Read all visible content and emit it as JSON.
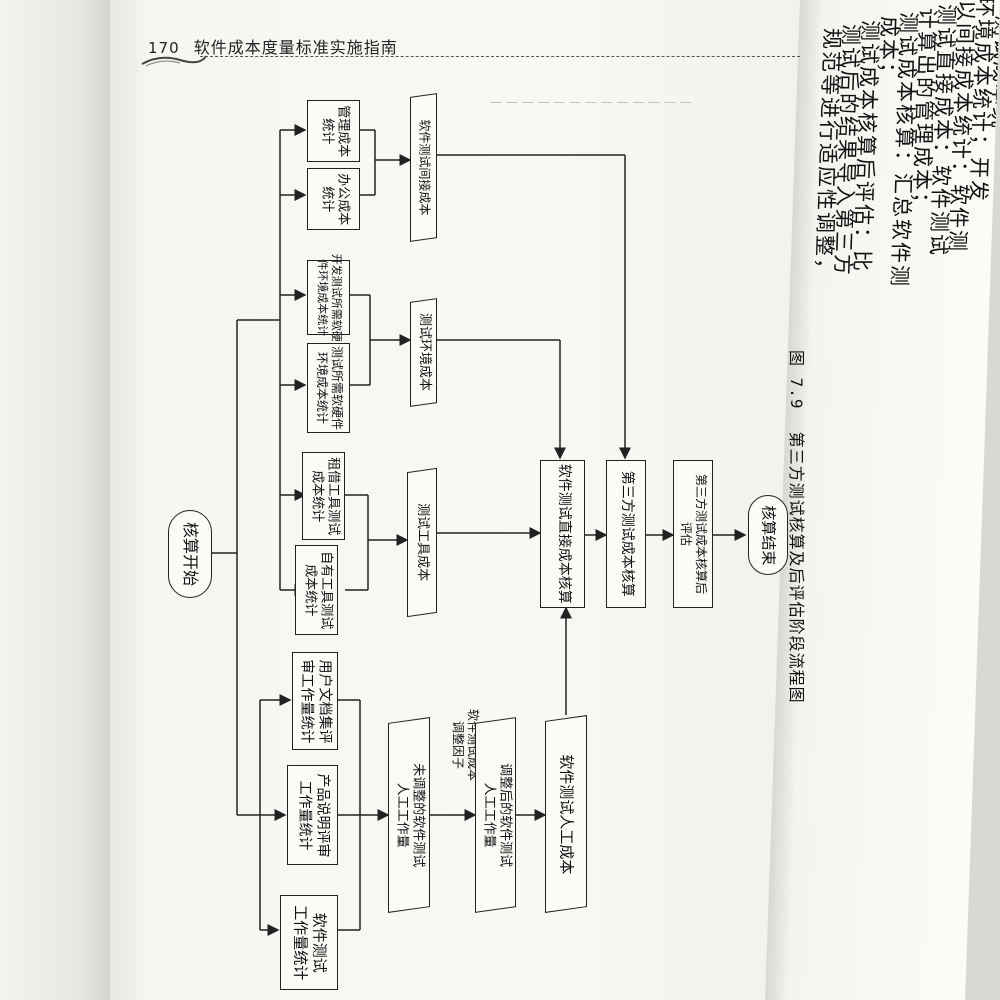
{
  "header": {
    "page_number": "170",
    "title": "软件成本度量标准实施指南"
  },
  "figure": {
    "number": "图 7.9",
    "caption": "第三方测试核算及后评估阶段流程图",
    "nodes": {
      "start": "核算开始",
      "end": "核算结束",
      "mgmt_stats": "管理成本\n统计",
      "office_stats": "办公成本\n统计",
      "dev_env_stats": "开发测试所需软硬\n件环境成本统计",
      "test_env_stats": "测试所需软硬件\n环境成本统计",
      "rent_tool_stats": "租借工具测试\n成本统计",
      "own_tool_stats": "自有工具测试\n成本统计",
      "doc_review_stats": "用户文档集评\n审工作量统计",
      "spec_review_stats": "产品说明评审\n工作量统计",
      "test_workload_stats": "软件测试\n工作量统计",
      "indirect_cost": "软件测试间接成本",
      "env_cost": "测试环境成本",
      "tool_cost": "测试工具成本",
      "unadjusted_labor": "未调整的软件测试\n人工工作量",
      "adjust_factor": "软件测试成本\n调整因子",
      "adjusted_labor": "调整后的软件测试\n人工工作量",
      "labor_cost": "软件测试人工成本",
      "direct_cost_calc": "软件测试直接成本核算",
      "third_party_calc": "第三方测试成本核算",
      "post_eval": "第三方测试成本核算后\n评估"
    }
  },
  "right_page": {
    "lines": [
      "，测试成本统",
      "环境成本统计；开发",
      "以间接成本统计：软件测",
      "测试直接成本：软件测试",
      "计算出的管理成本；",
      "测试成本核算：汇总软件测",
      "成本；",
      "测试成本核算后评估：比",
      "测试后的结果导入第三方",
      "规范等进行适应性调整，"
    ]
  }
}
